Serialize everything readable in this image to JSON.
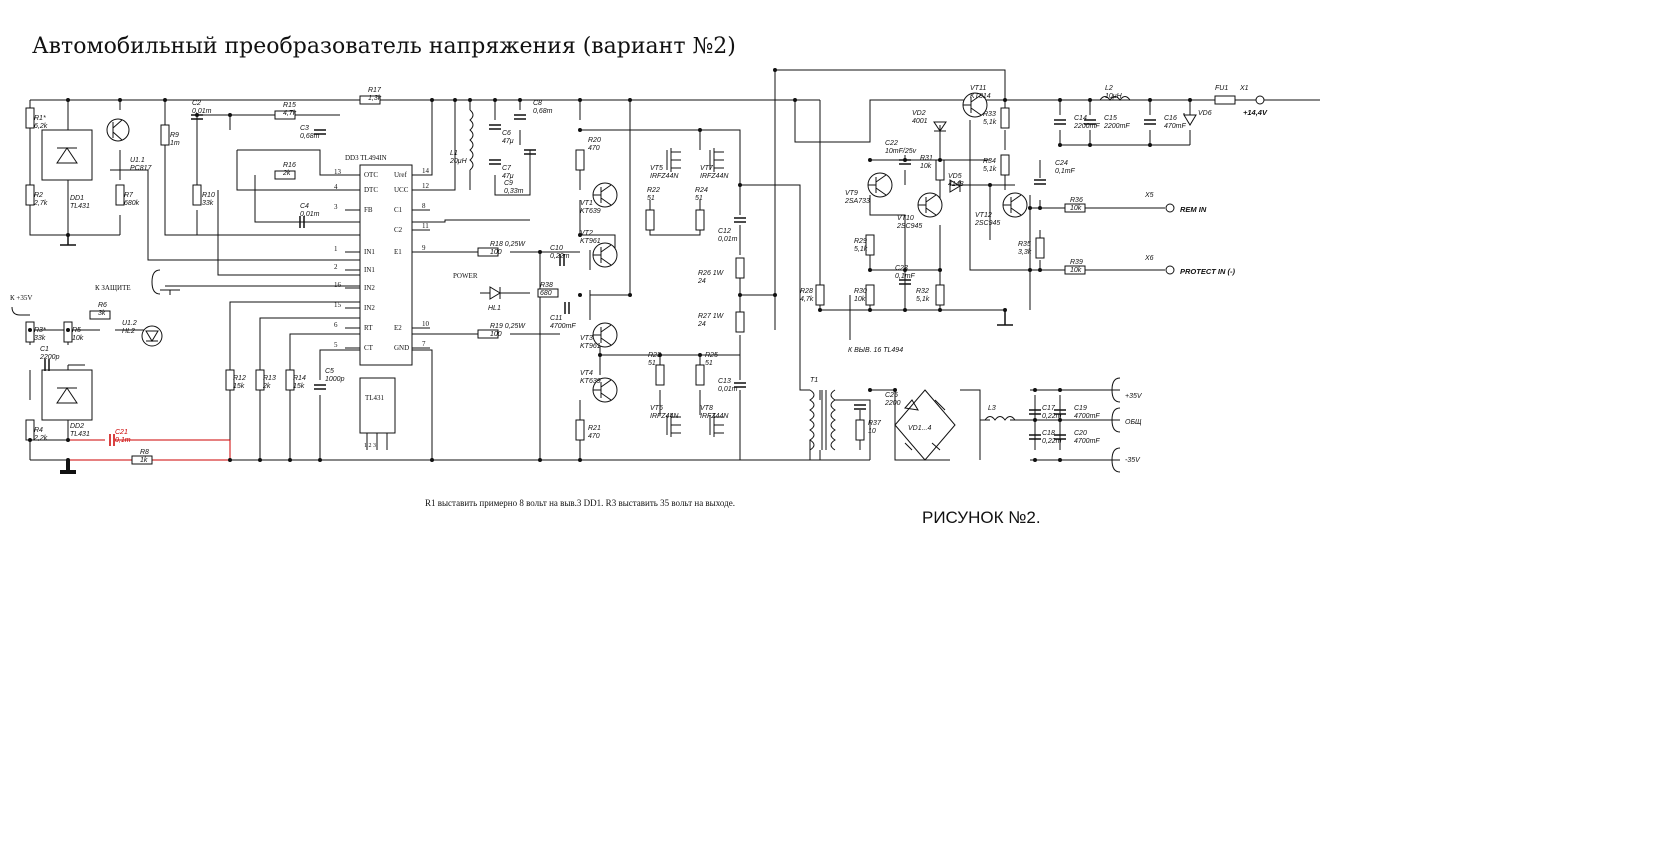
{
  "title": "Автомобильный преобразователь напряжения (вариант №2)",
  "figure_caption": "РИСУНОК №2.",
  "note": "R1 выставить примерно 8 вольт на выв.3 DD1.  R3 выставить 35 вольт на выходе.",
  "colors": {
    "wire": "#111111",
    "highlight": "#cc0000",
    "background": "#ffffff"
  },
  "ic": {
    "name": "DD3  TL494IN",
    "left_pins": [
      {
        "n": "13",
        "label": "OTC"
      },
      {
        "n": "4",
        "label": "DTC"
      },
      {
        "n": "3",
        "label": "FB"
      },
      {
        "n": "1",
        "label": "IN1"
      },
      {
        "n": "2",
        "label": "IN1"
      },
      {
        "n": "16",
        "label": "IN2"
      },
      {
        "n": "15",
        "label": "IN2"
      },
      {
        "n": "6",
        "label": "RT"
      },
      {
        "n": "5",
        "label": "CT"
      }
    ],
    "right_pins": [
      {
        "n": "14",
        "label": "Uref"
      },
      {
        "n": "12",
        "label": "UCC"
      },
      {
        "n": "8",
        "label": "C1"
      },
      {
        "n": "11",
        "label": "C2"
      },
      {
        "n": "9",
        "label": "E1"
      },
      {
        "n": "10",
        "label": "E2"
      },
      {
        "n": "7",
        "label": "GND"
      }
    ],
    "package_label": "TL431",
    "package_pins": "1 2 3"
  },
  "components": {
    "R17": {
      "ref": "R17",
      "val": "1,3k"
    },
    "R1": {
      "ref": "R1*",
      "val": "6,2k"
    },
    "R2": {
      "ref": "R2",
      "val": "2,7k"
    },
    "DD1": {
      "ref": "DD1",
      "val": "TL431"
    },
    "U11": {
      "ref": "U1.1",
      "val": "PC817"
    },
    "R7": {
      "ref": "R7",
      "val": "680k"
    },
    "C2": {
      "ref": "C2",
      "val": "0,01m"
    },
    "R9": {
      "ref": "R9",
      "val": "1m"
    },
    "R10": {
      "ref": "R10",
      "val": "33k"
    },
    "R15": {
      "ref": "R15",
      "val": "4,7k"
    },
    "C3": {
      "ref": "C3",
      "val": "0,68m"
    },
    "R16": {
      "ref": "R16",
      "val": "2k"
    },
    "C4": {
      "ref": "C4",
      "val": "0,01m"
    },
    "L1": {
      "ref": "L1",
      "val": "20μH"
    },
    "C6": {
      "ref": "C6",
      "val": "47μ"
    },
    "C7": {
      "ref": "C7",
      "val": "47μ"
    },
    "C8": {
      "ref": "C8",
      "val": "0,68m"
    },
    "C9": {
      "ref": "C9",
      "val": "0,33m"
    },
    "R20": {
      "ref": "R20",
      "val": "470"
    },
    "VT1": {
      "ref": "VT1",
      "val": "KT639"
    },
    "VT2": {
      "ref": "VT2",
      "val": "KT961"
    },
    "VT5": {
      "ref": "VT5",
      "val": "IRFZ44N"
    },
    "VT7": {
      "ref": "VT7",
      "val": "IRFZ44N"
    },
    "R22": {
      "ref": "R22",
      "val": "51"
    },
    "R24": {
      "ref": "R24",
      "val": "51"
    },
    "C12": {
      "ref": "C12",
      "val": "0,01m"
    },
    "R26": {
      "ref": "R26 1W",
      "val": "24"
    },
    "R27": {
      "ref": "R27 1W",
      "val": "24"
    },
    "C13": {
      "ref": "C13",
      "val": "0,01m"
    },
    "R18": {
      "ref": "R18 0,25W",
      "val": "100"
    },
    "R19": {
      "ref": "R19 0,25W",
      "val": "100"
    },
    "C10": {
      "ref": "C10",
      "val": "0,22m"
    },
    "R38": {
      "ref": "R38",
      "val": "680"
    },
    "C11": {
      "ref": "C11",
      "val": "4700mF"
    },
    "HL1": {
      "ref": "HL1",
      "val": "POWER"
    },
    "VT3": {
      "ref": "VT3",
      "val": "KT961"
    },
    "VT4": {
      "ref": "VT4",
      "val": "KT639"
    },
    "R21": {
      "ref": "R21",
      "val": "470"
    },
    "R23": {
      "ref": "R23",
      "val": "51"
    },
    "R25": {
      "ref": "R25",
      "val": "51"
    },
    "VT6": {
      "ref": "VT6",
      "val": "IRFZ44N"
    },
    "VT8": {
      "ref": "VT8",
      "val": "IRFZ44N"
    },
    "R12": {
      "ref": "R12",
      "val": "15k"
    },
    "R13": {
      "ref": "R13",
      "val": "2k"
    },
    "R14": {
      "ref": "R14",
      "val": "15k"
    },
    "C5": {
      "ref": "C5",
      "val": "1000p"
    },
    "R3": {
      "ref": "R3*",
      "val": "33k"
    },
    "R5": {
      "ref": "R5",
      "val": "10k"
    },
    "C1": {
      "ref": "C1",
      "val": "2200p"
    },
    "R6": {
      "ref": "R6",
      "val": "3k"
    },
    "U12": {
      "ref": "U1.2",
      "val": "HL2"
    },
    "DD2": {
      "ref": "DD2",
      "val": "TL431"
    },
    "R4": {
      "ref": "R4",
      "val": "2,2k"
    },
    "C21": {
      "ref": "C21",
      "val": "0,1m"
    },
    "R8": {
      "ref": "R8",
      "val": "1k"
    },
    "VT11": {
      "ref": "VT11",
      "val": "KT814"
    },
    "VD2": {
      "ref": "VD2",
      "val": "4001"
    },
    "C22": {
      "ref": "C22",
      "val": "10mF/25v"
    },
    "R31": {
      "ref": "R31",
      "val": "10k"
    },
    "R33": {
      "ref": "R33",
      "val": "5,1k"
    },
    "R34": {
      "ref": "R34",
      "val": "5,1k"
    },
    "VT9": {
      "ref": "VT9",
      "val": "2SA733"
    },
    "VT10": {
      "ref": "VT10",
      "val": "2SC945"
    },
    "VD5": {
      "ref": "VD5",
      "val": "4148"
    },
    "VT12": {
      "ref": "VT12",
      "val": "2SC945"
    },
    "C24": {
      "ref": "C24",
      "val": "0,1mF"
    },
    "R36": {
      "ref": "R36",
      "val": "10k"
    },
    "R35": {
      "ref": "R35",
      "val": "3,3k"
    },
    "R39": {
      "ref": "R39",
      "val": "10k"
    },
    "R29": {
      "ref": "R29",
      "val": "5,1k"
    },
    "R30": {
      "ref": "R30",
      "val": "10k"
    },
    "C23": {
      "ref": "C23",
      "val": "0,1mF"
    },
    "R32": {
      "ref": "R32",
      "val": "5,1k"
    },
    "R28": {
      "ref": "R28",
      "val": "4,7k"
    },
    "L2": {
      "ref": "L2",
      "val": "10μH"
    },
    "C14": {
      "ref": "C14",
      "val": "2200mF"
    },
    "C15": {
      "ref": "C15",
      "val": "2200mF"
    },
    "C16": {
      "ref": "C16",
      "val": "470mF"
    },
    "VD6": {
      "ref": "VD6",
      "val": ""
    },
    "FU1": {
      "ref": "FU1",
      "val": ""
    },
    "X1": {
      "ref": "X1",
      "val": "+14,4V"
    },
    "T1": {
      "ref": "T1",
      "val": ""
    },
    "C25": {
      "ref": "C25",
      "val": "2200"
    },
    "R37": {
      "ref": "R37",
      "val": "10"
    },
    "VD1": {
      "ref": "VD1...4",
      "val": ""
    },
    "L3": {
      "ref": "L3",
      "val": ""
    },
    "C17": {
      "ref": "C17",
      "val": "0,22m"
    },
    "C18": {
      "ref": "C18",
      "val": "0,22m"
    },
    "C19": {
      "ref": "C19",
      "val": "4700mF"
    },
    "C20": {
      "ref": "C20",
      "val": "4700mF"
    }
  },
  "connectors": {
    "k_zashite": "К ЗАЩИТЕ",
    "k_plus35": "К +35V",
    "k_vyv16": "К ВЫВ. 16 TL494",
    "x5": "X5",
    "rem_in": "REM IN",
    "x6": "X6",
    "protect_in": "PROTECT IN (-)",
    "out_plus": "+35V",
    "out_common": "ОБЩ",
    "out_minus": "-35V"
  }
}
